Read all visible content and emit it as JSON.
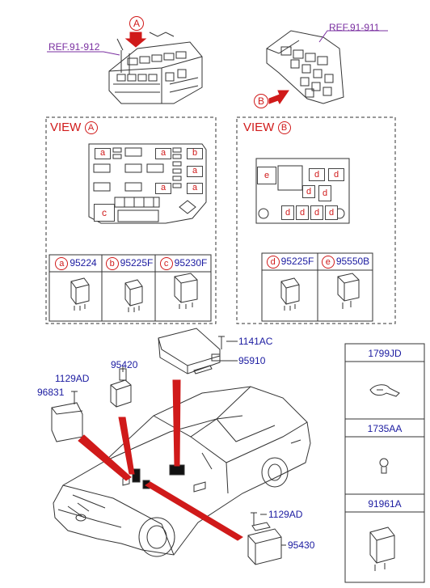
{
  "refs": {
    "ref_912": "REF.91-912",
    "ref_911": "REF.91-911",
    "marker_a": "A",
    "marker_b": "B"
  },
  "view_a": {
    "title": "VIEW",
    "marker": "A",
    "fuse_tags": [
      "a",
      "a",
      "b",
      "a",
      "a",
      "a",
      "c"
    ],
    "parts": [
      {
        "letter": "a",
        "code": "95224"
      },
      {
        "letter": "b",
        "code": "95225F"
      },
      {
        "letter": "c",
        "code": "95230F"
      }
    ]
  },
  "view_b": {
    "title": "VIEW",
    "marker": "B",
    "fuse_tags": [
      "e",
      "d",
      "d",
      "d",
      "d",
      "d",
      "d",
      "d",
      "d"
    ],
    "parts": [
      {
        "letter": "d",
        "code": "95225F"
      },
      {
        "letter": "e",
        "code": "95550B"
      }
    ]
  },
  "callouts": {
    "c1141ac": "1141AC",
    "c95910": "95910",
    "c95420": "95420",
    "c1129ad_top": "1129AD",
    "c96831": "96831",
    "c1129ad_bottom": "1129AD",
    "c95430": "95430"
  },
  "side_table": {
    "rows": [
      {
        "code": "1799JD",
        "icon": "cable-tie-icon"
      },
      {
        "code": "1735AA",
        "icon": "clip-icon"
      },
      {
        "code": "91961A",
        "icon": "relay-icon"
      }
    ]
  },
  "colors": {
    "label_blue": "#1a1aa0",
    "marker_red": "#d01a1a",
    "ref_purple": "#7a2fa0",
    "line": "#333333"
  }
}
